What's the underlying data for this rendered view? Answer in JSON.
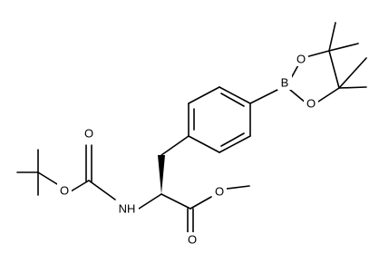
{
  "molecule": {
    "atom_labels": {
      "boron": "B",
      "boronate_oxygen_top": "O",
      "boronate_oxygen_bottom": "O",
      "carbamate_oxygen_carbonyl": "O",
      "carbamate_oxygen_ester": "O",
      "amide_nitrogen": "NH",
      "ester_oxygen_methoxy": "O",
      "ester_oxygen_carbonyl": "O"
    },
    "colors": {
      "bond": "#000000",
      "label": "#000000",
      "background": "#ffffff"
    }
  }
}
